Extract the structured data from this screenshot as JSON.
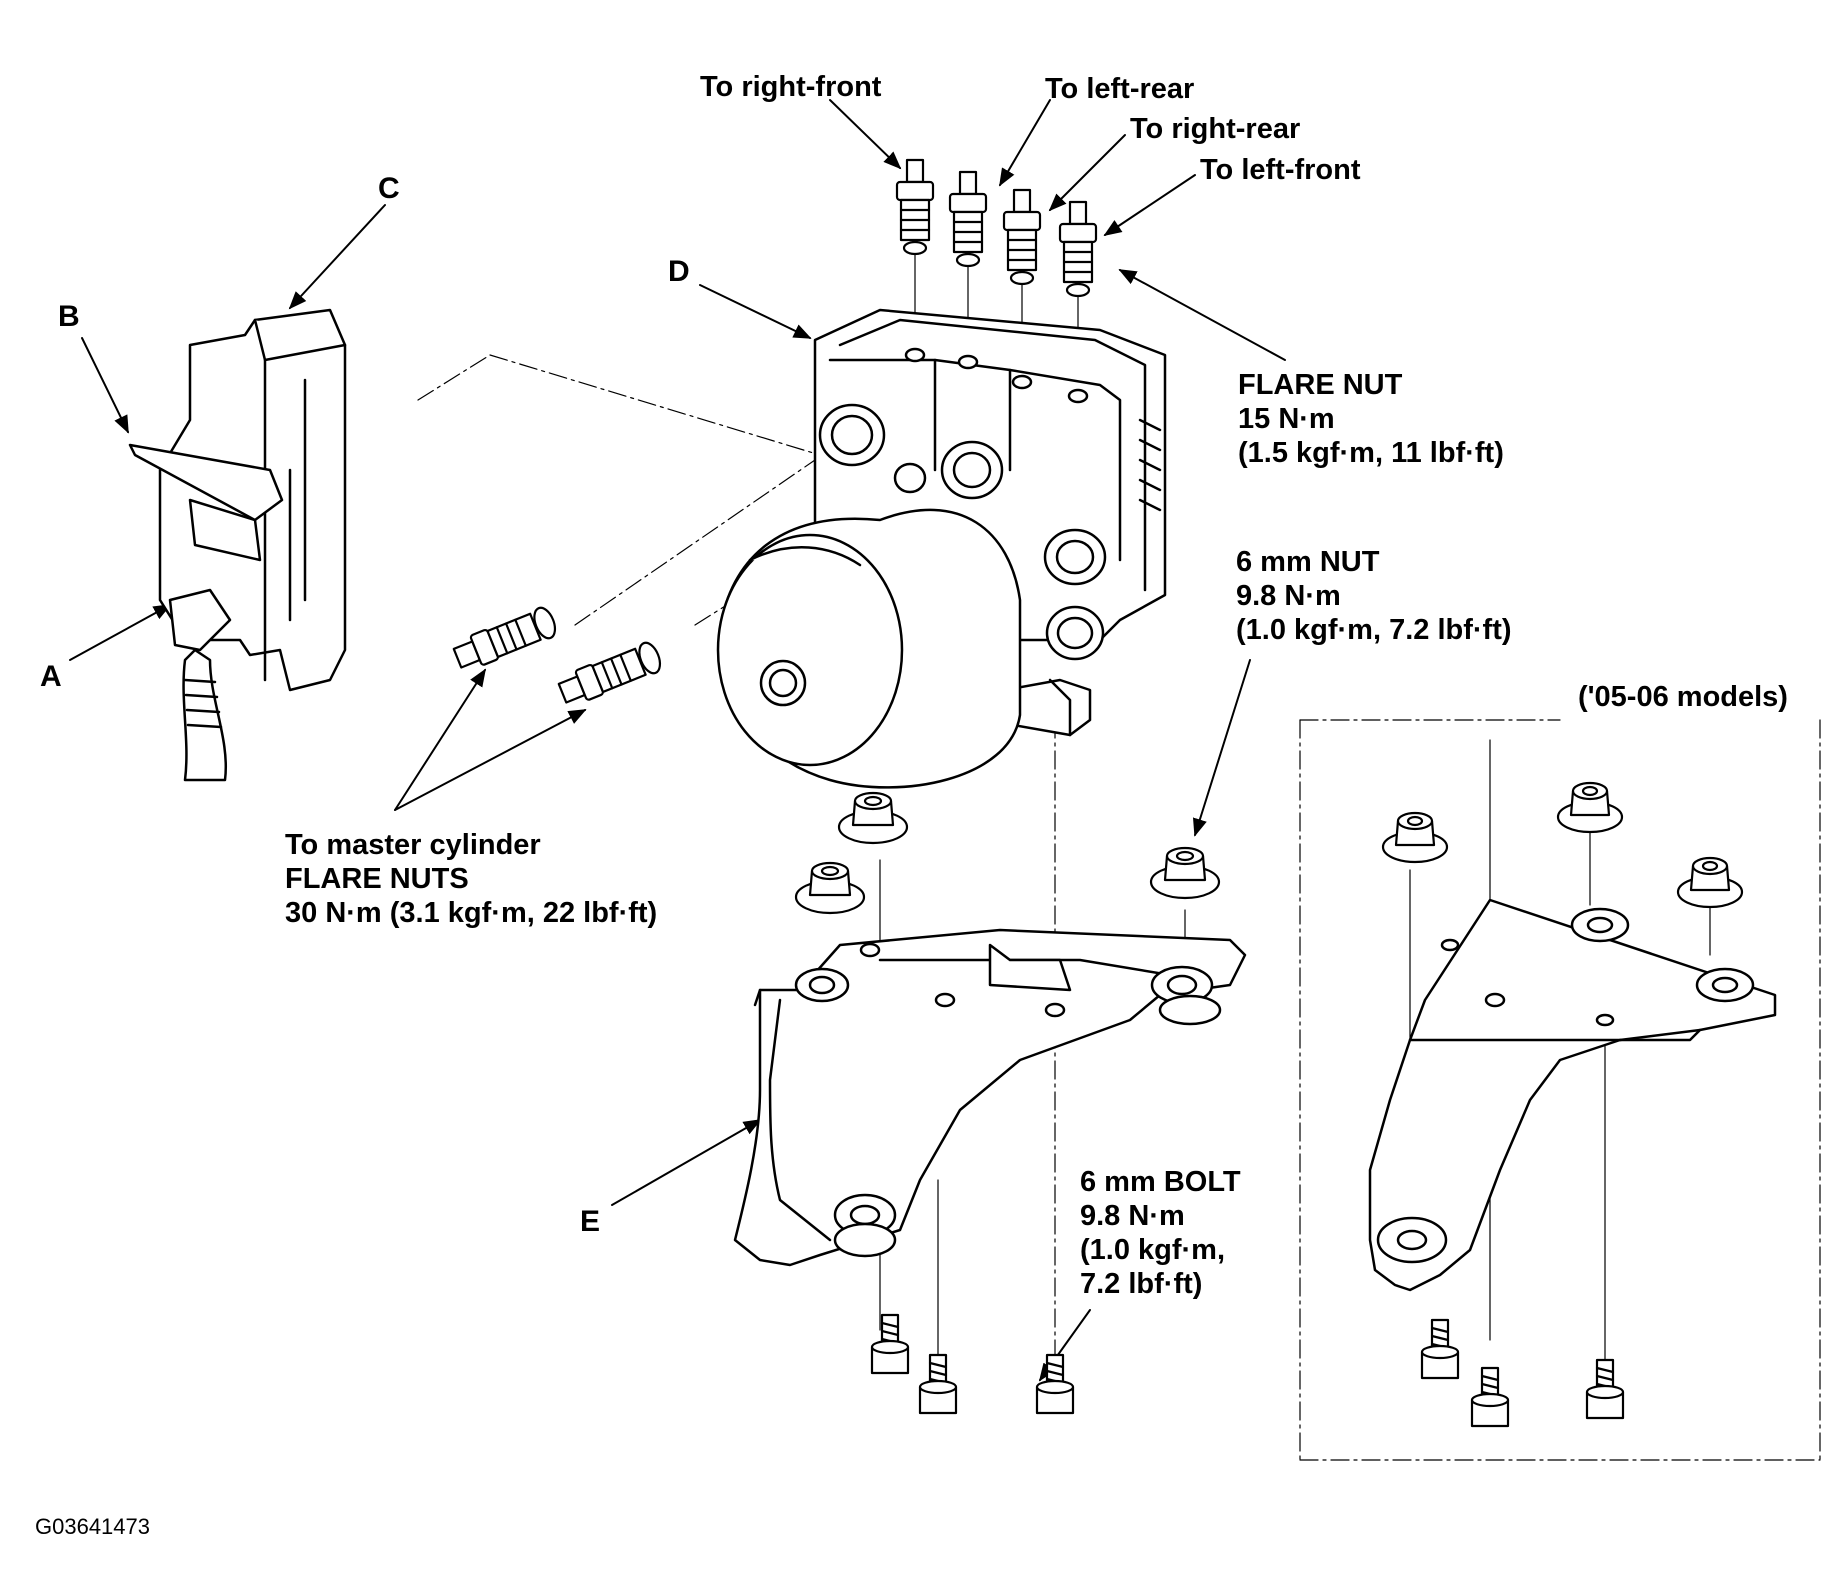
{
  "brake_lines": {
    "right_front": "To right-front",
    "left_rear": "To left-rear",
    "right_rear": "To right-rear",
    "left_front": "To left-front"
  },
  "parts": {
    "a": "A",
    "b": "B",
    "c": "C",
    "d": "D",
    "e": "E"
  },
  "flare_nut": {
    "name": "FLARE NUT",
    "torque": "15 N·m",
    "torque_alt": "(1.5 kgf·m, 11 lbf·ft)"
  },
  "nut_6mm": {
    "name": "6 mm NUT",
    "torque": "9.8 N·m",
    "torque_alt": "(1.0 kgf·m, 7.2 lbf·ft)"
  },
  "master_cylinder": {
    "line1": "To master cylinder",
    "line2": "FLARE NUTS",
    "line3": "30 N·m (3.1 kgf·m, 22 lbf·ft)"
  },
  "bolt_6mm": {
    "name": "6 mm BOLT",
    "torque": "9.8 N·m",
    "torque_alt1": "(1.0 kgf·m,",
    "torque_alt2": "7.2 lbf·ft)"
  },
  "models_note": "('05-06 models)",
  "figure_id": "G03641473"
}
